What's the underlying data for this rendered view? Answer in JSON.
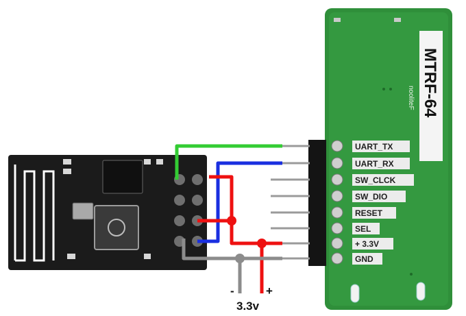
{
  "module_title": "MTRF-64",
  "module_brand": "nooliteF",
  "pins": [
    {
      "label": "UART_TX"
    },
    {
      "label": "UART_RX"
    },
    {
      "label": "SW_CLCK"
    },
    {
      "label": "SW_DIO"
    },
    {
      "label": "RESET"
    },
    {
      "label": "SEL"
    },
    {
      "label": "+ 3.3V"
    },
    {
      "label": "GND"
    }
  ],
  "power": {
    "minus_label": "-",
    "plus_label": "+",
    "voltage_label": "3.3v"
  },
  "colors": {
    "pcb_green": "#2f8f3a",
    "pcb_dark": "#1b1b1b",
    "wire_green": "#33cc33",
    "wire_blue": "#1a2fe0",
    "wire_red": "#ee1111",
    "wire_gray": "#8c8c8c"
  }
}
